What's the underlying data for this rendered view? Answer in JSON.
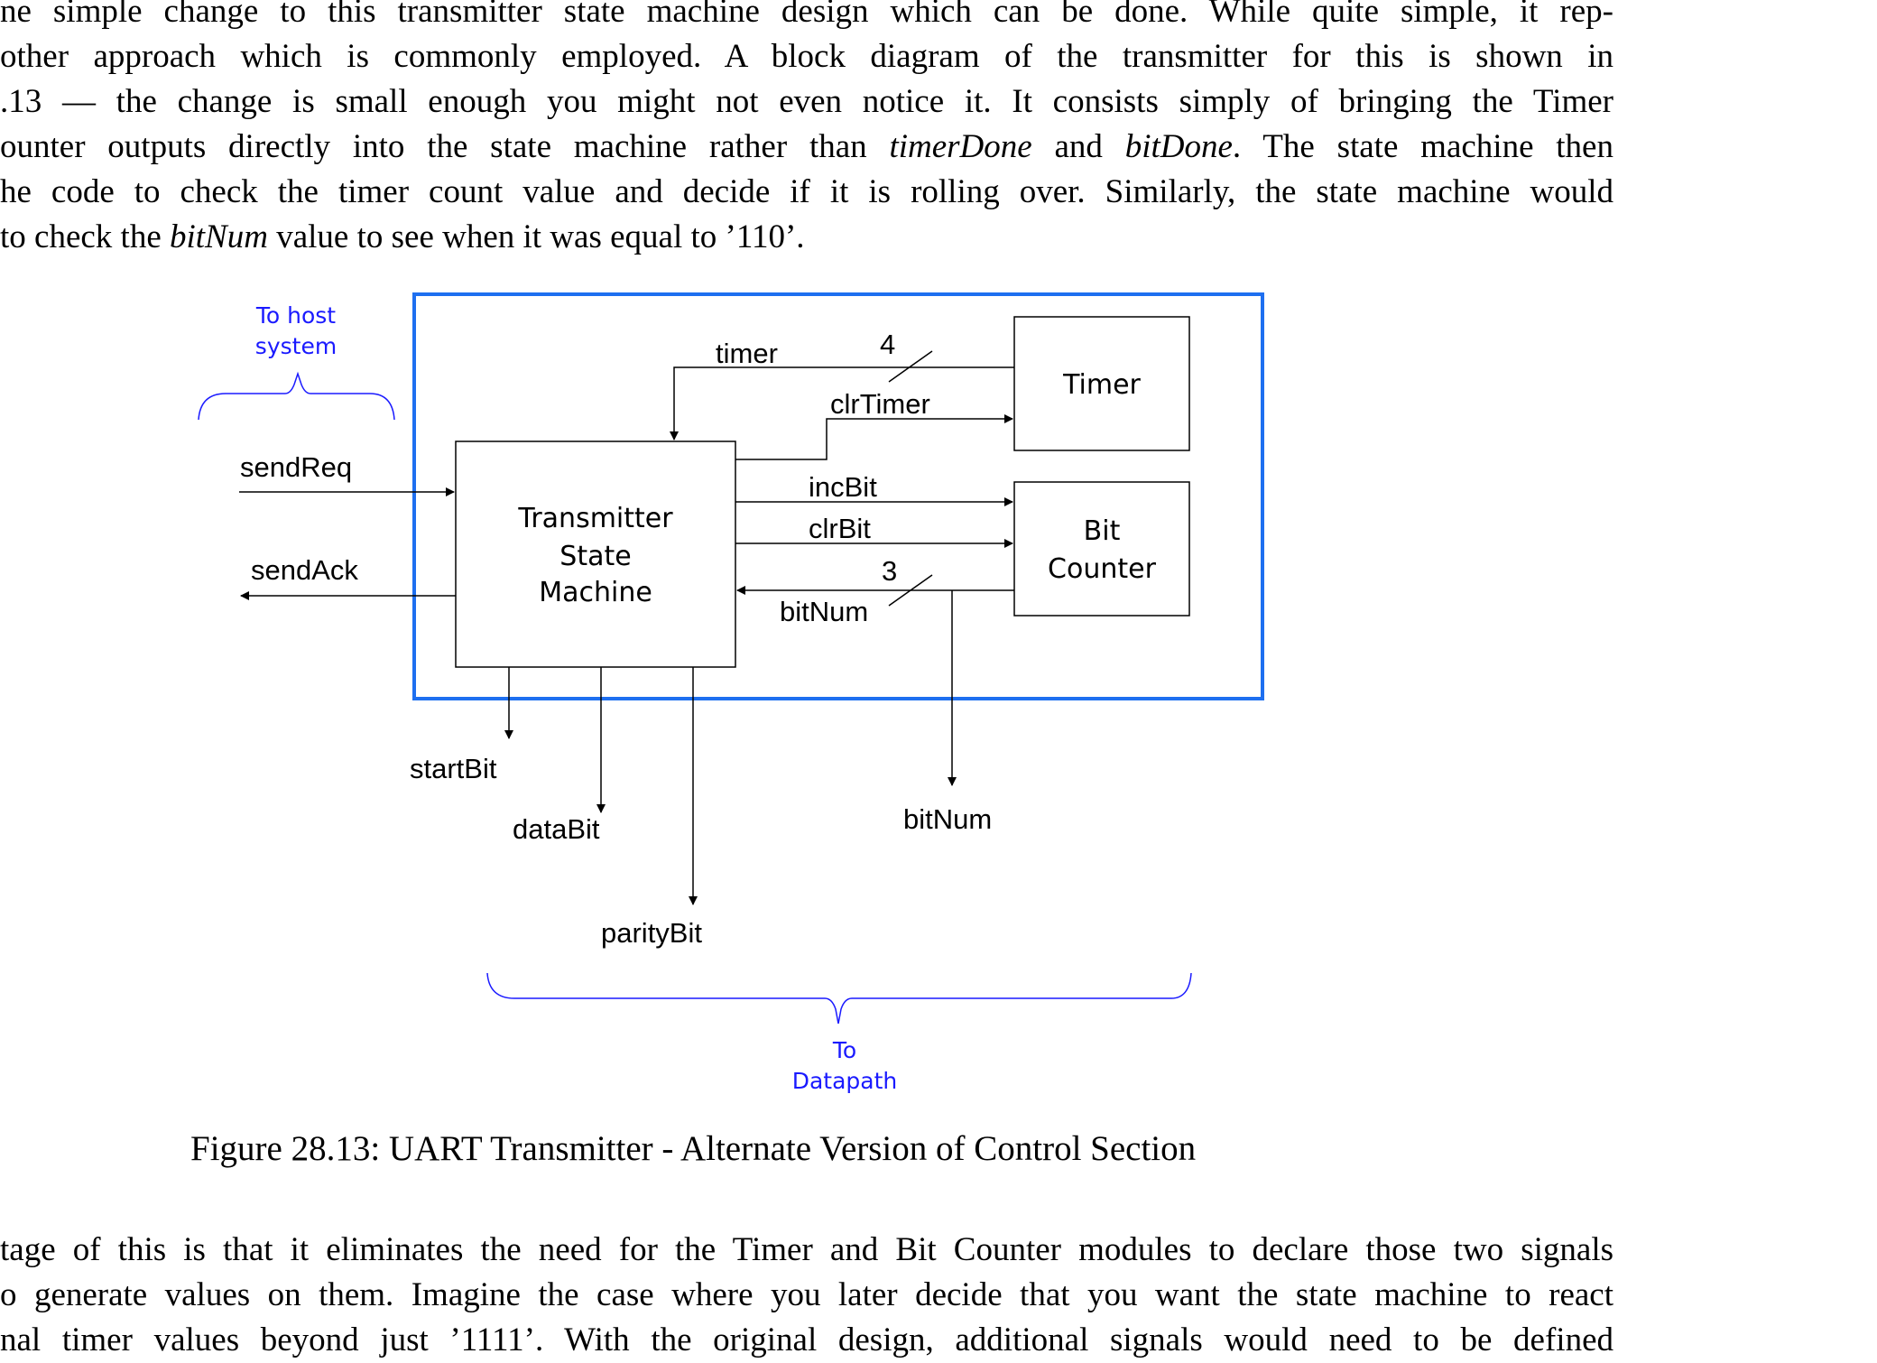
{
  "paragraph_top": {
    "lines": [
      "ne simple change to this transmitter state machine design which can be done.  While quite simple, it rep-",
      "other approach which is commonly employed.  A block diagram of the transmitter for this is shown in",
      ".13 — the change is small enough you might not even notice it.  It consists simply of bringing the Timer",
      "ounter outputs directly into the state machine rather than ",
      "he code to check the timer count value and decide if it is rolling over.  Similarly, the state machine would",
      " to check the "
    ],
    "line4_em1": "timerDone",
    "line4_mid": " and ",
    "line4_em2": "bitDone",
    "line4_tail": ".  The state machine then",
    "line6_em": "bitNum",
    "line6_tail": " value to see when it was equal to ’110’."
  },
  "diagram": {
    "host_label_1": "To host",
    "host_label_2": "system",
    "datapath_label_1": "To",
    "datapath_label_2": "Datapath",
    "timer_block": "Timer",
    "bitcounter_block_1": "Bit",
    "bitcounter_block_2": "Counter",
    "fsm_block_1": "Transmitter",
    "fsm_block_2": "State",
    "fsm_block_3": "Machine",
    "sig_timer": "timer",
    "sig_timer_width": "4",
    "sig_clrtimer": "clrTimer",
    "sig_incbit": "incBit",
    "sig_clrbit": "clrBit",
    "sig_bitnum_width": "3",
    "sig_bitnum_in": "bitNum",
    "sig_sendreq": "sendReq",
    "sig_sendack": "sendAck",
    "sig_startbit": "startBit",
    "sig_databit": "dataBit",
    "sig_paritybit": "parityBit",
    "sig_bitnum_out": "bitNum",
    "border_color": "#1e6ff0",
    "label_color": "#1a1aff"
  },
  "caption": "Figure 28.13: UART Transmitter - Alternate Version of Control Section",
  "paragraph_bottom": {
    "lines": [
      "tage of this is that it eliminates the need for the Timer and Bit Counter modules to declare those two signals",
      "o generate values on them. Imagine the case where you later decide that you want the state machine to react",
      "nal timer values beyond just ’1111’.  With the original design, additional signals would need to be defined"
    ]
  }
}
